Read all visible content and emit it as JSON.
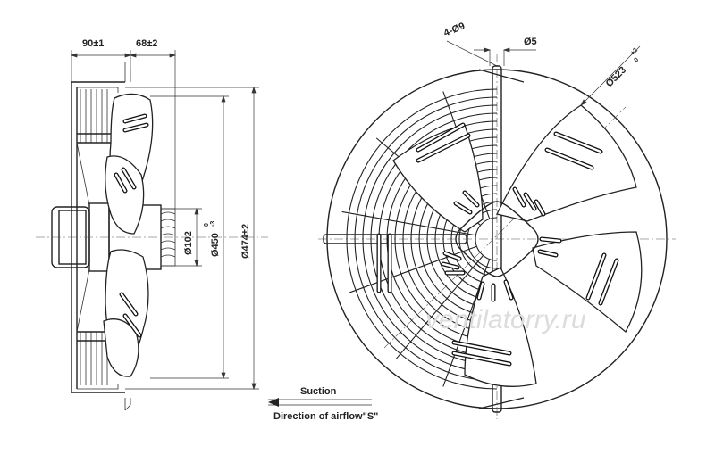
{
  "side_view": {
    "dim_mount_depth": "90±1",
    "dim_hub_offset": "68±2",
    "dim_hub_diameter": "Ø102",
    "dim_blade_diameter": "Ø450",
    "dim_blade_tol_upper": "0",
    "dim_blade_tol_lower": "-3",
    "dim_outer_diameter": "Ø474±2"
  },
  "front_view": {
    "dim_holes": "4-Ø9",
    "dim_rod": "Ø5",
    "dim_bolt_circle": "Ø523",
    "dim_bolt_tol_upper": "+2",
    "dim_bolt_tol_lower": "0"
  },
  "airflow": {
    "suction_label": "Suction",
    "direction_label": "Direction of airflow\"S\""
  },
  "watermark": "ventilatorry.ru"
}
